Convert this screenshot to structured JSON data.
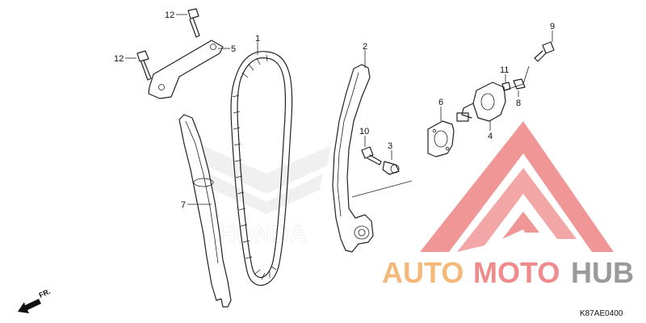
{
  "diagram": {
    "callouts": {
      "c1": "1",
      "c2": "2",
      "c3": "3",
      "c4": "4",
      "c5": "5",
      "c6": "6",
      "c7": "7",
      "c8": "8",
      "c9": "9",
      "c10": "10",
      "c11": "11",
      "c12a": "12",
      "c12b": "12"
    },
    "front_marker": "FR.",
    "diagram_code": "K87AE0400",
    "background_brand": "HONDA"
  },
  "watermark": {
    "auto": "AUTO",
    "moto": "MOTO",
    "hub": "HUB",
    "colors": {
      "auto": "#f4b879",
      "moto": "#f08b8b",
      "hub": "#9a9a9a",
      "triangle": "#f08b8b"
    }
  }
}
